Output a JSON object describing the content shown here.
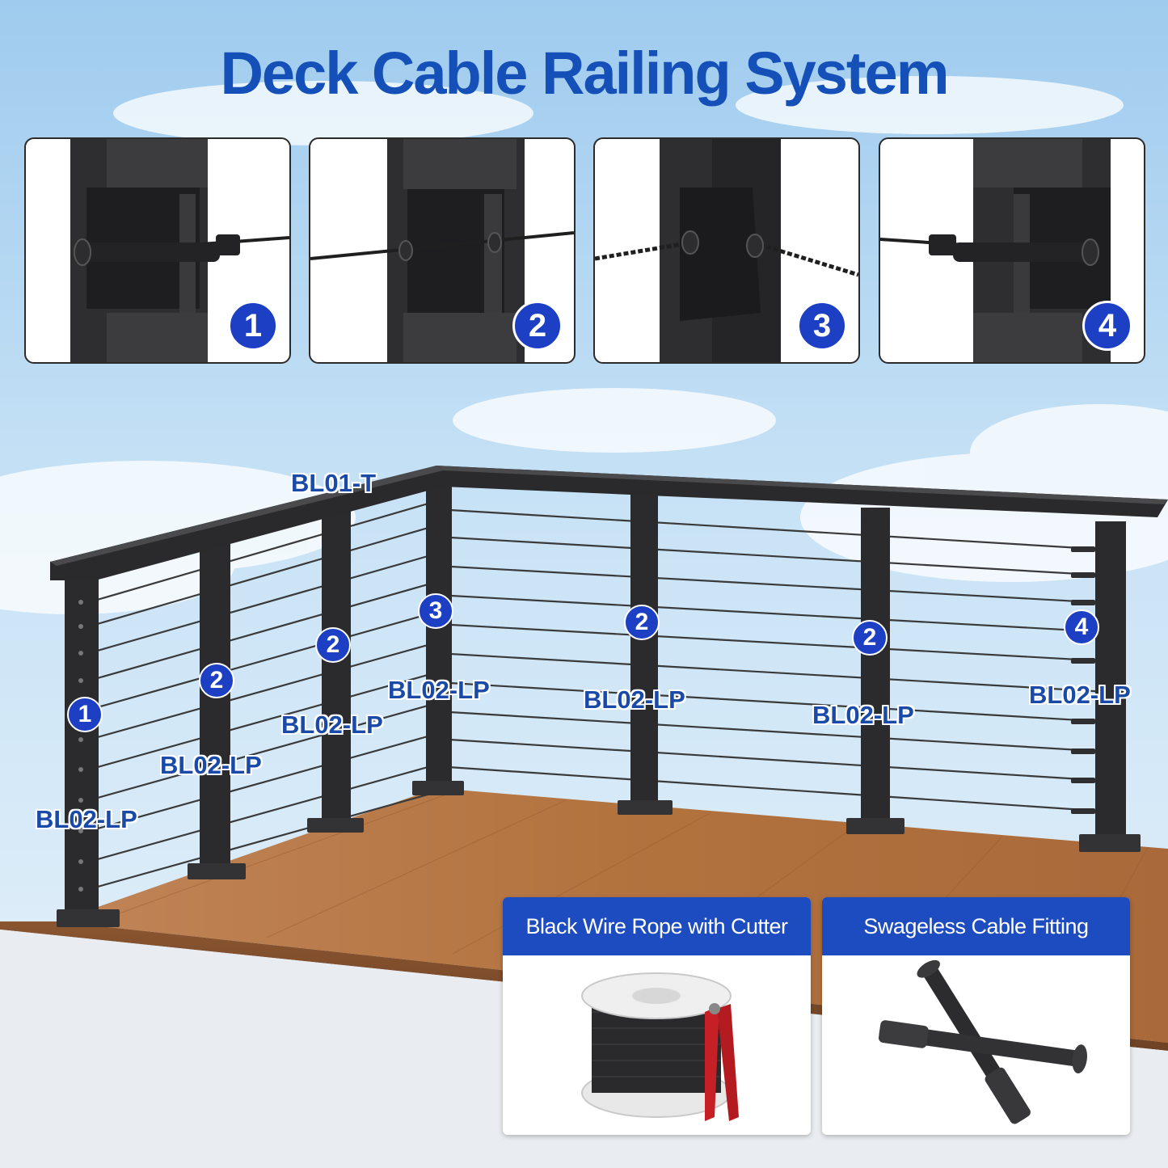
{
  "title": "Deck Cable Railing System",
  "details": [
    {
      "number": "1",
      "icon": "end-post-tensioner-detail"
    },
    {
      "number": "2",
      "icon": "intermediate-post-pass-through-detail"
    },
    {
      "number": "3",
      "icon": "corner-post-pass-through-detail"
    },
    {
      "number": "4",
      "icon": "end-post-tensioner-detail"
    }
  ],
  "top_rail_label": "BL01-T",
  "post_markers": [
    "1",
    "2",
    "2",
    "3",
    "2",
    "2",
    "4"
  ],
  "post_labels": [
    "BL02-LP",
    "BL02-LP",
    "BL02-LP",
    "BL02-LP",
    "BL02-LP",
    "BL02-LP",
    "BL02-LP"
  ],
  "products": [
    {
      "label": "Black Wire Rope with Cutter",
      "icon": "cable-spool-with-cutter"
    },
    {
      "label": "Swageless Cable Fitting",
      "icon": "swageless-fitting"
    }
  ],
  "colors": {
    "accent": "#1d3fc4",
    "title": "#1550b8",
    "post": "#2b2b2d",
    "deck": "#b7784a"
  }
}
